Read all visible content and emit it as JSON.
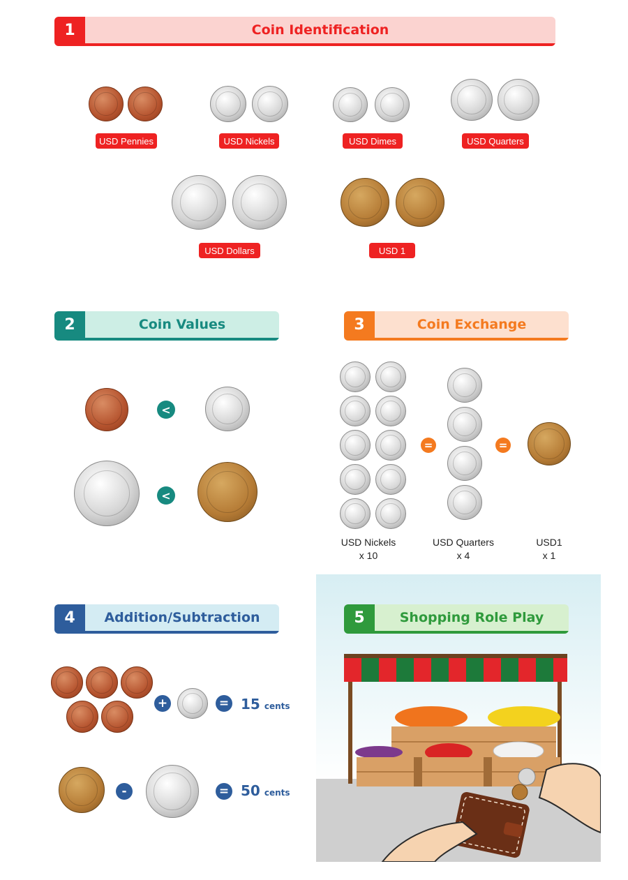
{
  "sections": [
    {
      "number": "1",
      "title": "Coin Identification",
      "color": "#ee2222",
      "bg": "#fbd3d0"
    },
    {
      "number": "2",
      "title": "Coin Values",
      "color": "#178a80",
      "bg": "#cdeee5"
    },
    {
      "number": "3",
      "title": "Coin Exchange",
      "color": "#f47a1f",
      "bg": "#fde0cf"
    },
    {
      "number": "4",
      "title": "Addition/Subtraction",
      "color": "#2e5d9c",
      "bg": "#d4ecf3"
    },
    {
      "number": "5",
      "title": "Shopping Role Play",
      "color": "#2f9a3c",
      "bg": "#d7f0cf"
    }
  ],
  "identification": {
    "labels": [
      "USD Pennies",
      "USD Nickels",
      "USD Dimes",
      "USD Quarters",
      "USD Dollars",
      "USD 1"
    ]
  },
  "values": {
    "operator": "<"
  },
  "exchange": {
    "equals": "=",
    "items": [
      {
        "name": "USD Nickels",
        "count": "x 10"
      },
      {
        "name": "USD Quarters",
        "count": "x 4"
      },
      {
        "name": "USD1",
        "count": "x 1"
      }
    ]
  },
  "arithmetic": {
    "plus": "+",
    "minus": "-",
    "equals": "=",
    "row1": {
      "value": "15",
      "unit": "cents"
    },
    "row2": {
      "value": "50",
      "unit": "cents"
    }
  },
  "icons": [
    "penny-coin",
    "nickel-coin",
    "dime-coin",
    "quarter-coin",
    "half-dollar-coin",
    "dollar-coin",
    "market-stall",
    "wallet",
    "hand"
  ]
}
